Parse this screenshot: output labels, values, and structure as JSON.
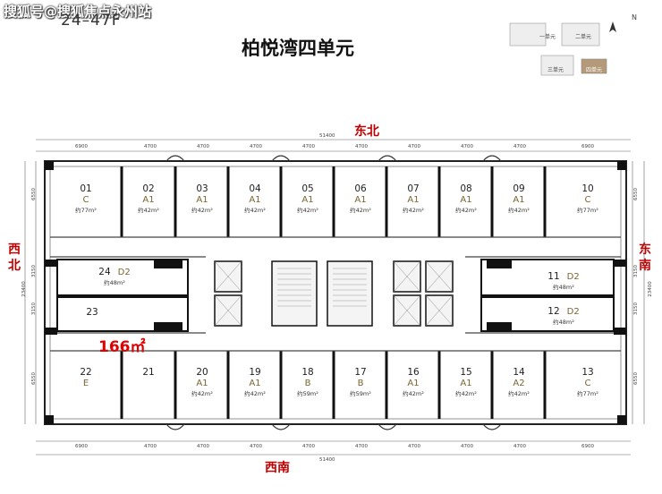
{
  "watermark": "搜狐号@搜狐焦点永州站",
  "floor_label": "24–47F",
  "title": "柏悦湾四单元",
  "directions": {
    "top": "东北",
    "bottom": "西南",
    "left": "西\n北",
    "right": "东\n南"
  },
  "dims": {
    "total": "51400",
    "top": [
      "6900",
      "4700",
      "4700",
      "4700",
      "4700",
      "4700",
      "4700",
      "4700",
      "4700",
      "6900"
    ],
    "bottom": [
      "6900",
      "4700",
      "4700",
      "4700",
      "4700",
      "4700",
      "4700",
      "4700",
      "4700",
      "6900"
    ],
    "left": [
      "6550",
      "3150",
      "23400",
      "3150",
      "6550"
    ],
    "right": [
      "6550",
      "3150",
      "23400",
      "3150",
      "6550"
    ]
  },
  "keyplan": {
    "north": "N",
    "units": [
      "一单元",
      "二单元",
      "三单元",
      "四单元"
    ]
  },
  "highlight_area": "166㎡",
  "units": [
    {
      "no": "01",
      "type": "C",
      "area": "约77m²"
    },
    {
      "no": "02",
      "type": "A1",
      "area": "约42m²"
    },
    {
      "no": "03",
      "type": "A1",
      "area": "约42m²"
    },
    {
      "no": "04",
      "type": "A1",
      "area": "约42m²"
    },
    {
      "no": "05",
      "type": "A1",
      "area": "约42m²"
    },
    {
      "no": "06",
      "type": "A1",
      "area": "约42m²"
    },
    {
      "no": "07",
      "type": "A1",
      "area": "约42m²"
    },
    {
      "no": "08",
      "type": "A1",
      "area": "约42m²"
    },
    {
      "no": "09",
      "type": "A1",
      "area": "约42m²"
    },
    {
      "no": "10",
      "type": "C",
      "area": "约77m²"
    },
    {
      "no": "11",
      "type": "D2",
      "area": "约48m²"
    },
    {
      "no": "12",
      "type": "D2",
      "area": "约48m²"
    },
    {
      "no": "13",
      "type": "C",
      "area": "约77m²"
    },
    {
      "no": "14",
      "type": "A2",
      "area": "约42m²"
    },
    {
      "no": "15",
      "type": "A1",
      "area": "约42m²"
    },
    {
      "no": "16",
      "type": "A1",
      "area": "约42m²"
    },
    {
      "no": "17",
      "type": "B",
      "area": "约59m²"
    },
    {
      "no": "18",
      "type": "B",
      "area": "约59m²"
    },
    {
      "no": "19",
      "type": "A1",
      "area": "约42m²"
    },
    {
      "no": "20",
      "type": "A1",
      "area": "约42m²"
    },
    {
      "no": "21",
      "type": "",
      "area": ""
    },
    {
      "no": "22",
      "type": "E",
      "area": ""
    },
    {
      "no": "23",
      "type": "",
      "area": ""
    },
    {
      "no": "24",
      "type": "D2",
      "area": "约48m²"
    }
  ]
}
